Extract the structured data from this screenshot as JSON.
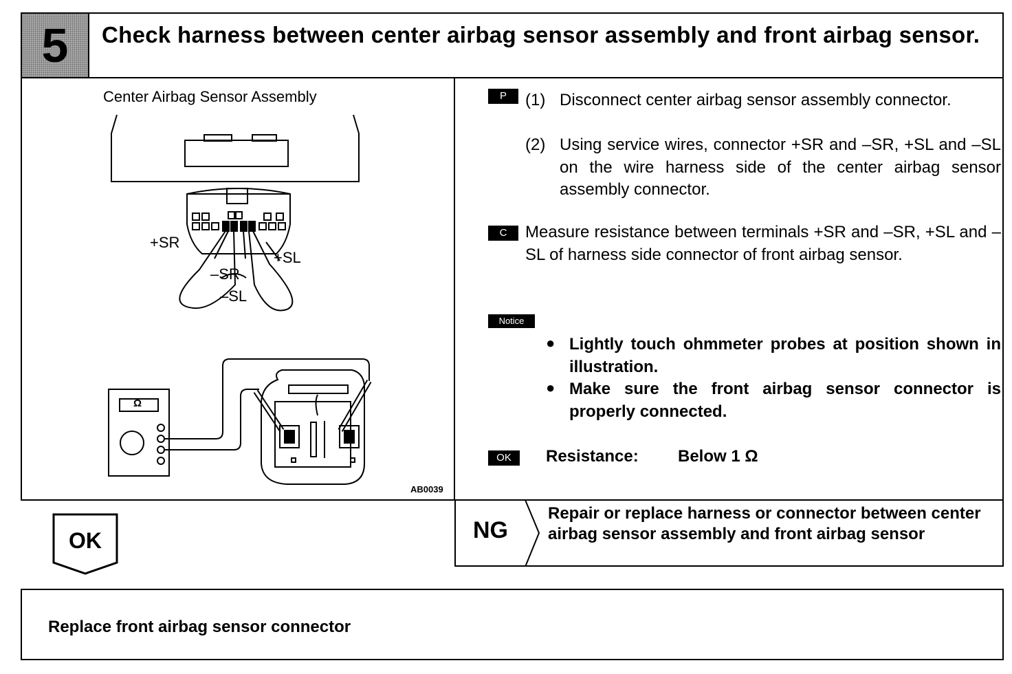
{
  "header": {
    "step_number": "5",
    "title": "Check harness between center airbag sensor assembly and front airbag sensor."
  },
  "figure": {
    "caption": "Center Airbag Sensor Assembly",
    "label_plus_sr": "+SR",
    "label_minus_sr": "–SR",
    "label_plus_sl": "+SL",
    "label_minus_sl": "–SL",
    "meter_symbol": "Ω",
    "figure_code": "AB0039"
  },
  "prepare": {
    "badge": "P",
    "step1_num": "(1)",
    "step1_text": "Disconnect center airbag sensor assembly connector.",
    "step2_num": "(2)",
    "step2_text": "Using service wires, connector +SR and –SR, +SL and –SL on the wire harness side of the center airbag sensor assembly connector."
  },
  "check": {
    "badge": "C",
    "text": "Measure resistance between terminals +SR and –SR, +SL and –SL of harness side connector of front airbag sensor."
  },
  "notice": {
    "badge": "Notice",
    "bullets": [
      "Lightly touch ohmmeter probes at position shown in illustration.",
      "Make sure the front airbag sensor connector is properly connected."
    ]
  },
  "ok_spec": {
    "badge": "OK",
    "label": "Resistance:",
    "value": "Below 1 Ω"
  },
  "ok_branch": {
    "label": "OK"
  },
  "ng_branch": {
    "label": "NG",
    "text": "Repair or replace harness or connector between center airbag sensor assembly and front airbag sensor"
  },
  "result": {
    "text": "Replace front airbag sensor connector"
  }
}
